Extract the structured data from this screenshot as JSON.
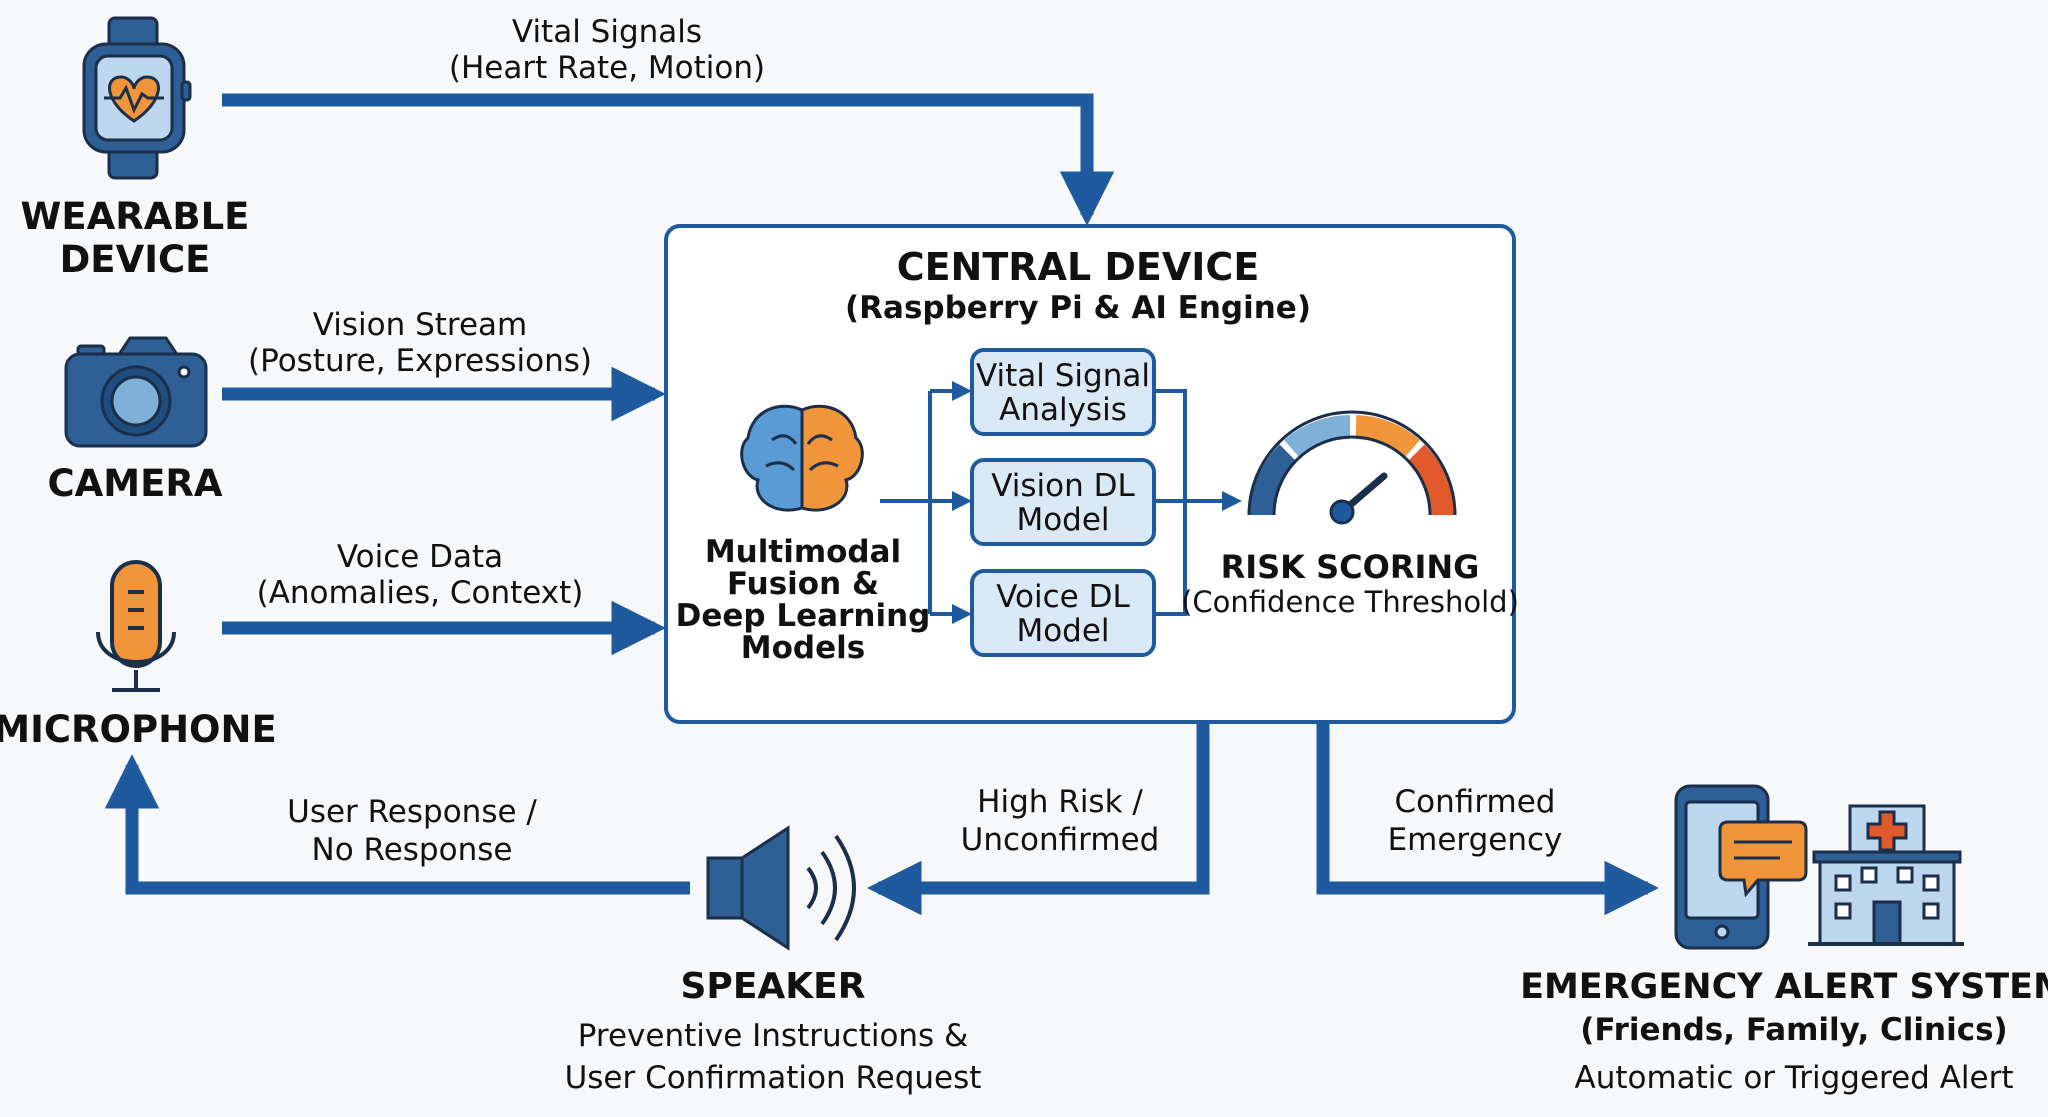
{
  "colors": {
    "arrow_blue": "#1f5a9e",
    "box_border": "#1f5a9e",
    "model_box_fill": "#dbe8f5",
    "icon_blue": "#2e5f95",
    "icon_light_blue": "#7fb0d8",
    "icon_orange": "#f0953a",
    "gauge_red": "#e05a2b"
  },
  "inputs": {
    "wearable": {
      "label_line1": "WEARABLE",
      "label_line2": "DEVICE",
      "icon": "smartwatch-icon"
    },
    "camera": {
      "label": "CAMERA",
      "icon": "camera-icon"
    },
    "microphone": {
      "label": "MICROPHONE",
      "icon": "microphone-icon"
    }
  },
  "edges": {
    "vital": {
      "line1": "Vital Signals",
      "line2": "(Heart Rate, Motion)"
    },
    "vision": {
      "line1": "Vision Stream",
      "line2": "(Posture, Expressions)"
    },
    "voice": {
      "line1": "Voice Data",
      "line2": "(Anomalies, Context)"
    },
    "high_risk": {
      "line1": "High Risk /",
      "line2": "Unconfirmed"
    },
    "confirmed": {
      "line1": "Confirmed",
      "line2": "Emergency"
    },
    "user_response": {
      "line1": "User Response /",
      "line2": "No Response"
    }
  },
  "central": {
    "title": "CENTRAL DEVICE",
    "subtitle": "(Raspberry Pi & AI Engine)",
    "fusion": {
      "line1": "Multimodal",
      "line2": "Fusion &",
      "line3": "Deep Learning",
      "line4": "Models",
      "icon": "brain-icon"
    },
    "models": [
      {
        "line1": "Vital Signal",
        "line2": "Analysis"
      },
      {
        "line1": "Vision DL",
        "line2": "Model"
      },
      {
        "line1": "Voice DL",
        "line2": "Model"
      }
    ],
    "risk": {
      "title": "RISK SCORING",
      "subtitle": "(Confidence Threshold)",
      "icon": "gauge-icon"
    }
  },
  "speaker": {
    "title": "SPEAKER",
    "line1": "Preventive Instructions &",
    "line2": "User Confirmation Request",
    "icon": "speaker-icon"
  },
  "alert": {
    "title": "EMERGENCY ALERT SYSTEM",
    "subtitle": "(Friends, Family, Clinics)",
    "line3": "Automatic or Triggered Alert",
    "icons": [
      "smartphone-icon",
      "chat-bubble-icon",
      "hospital-icon"
    ]
  }
}
